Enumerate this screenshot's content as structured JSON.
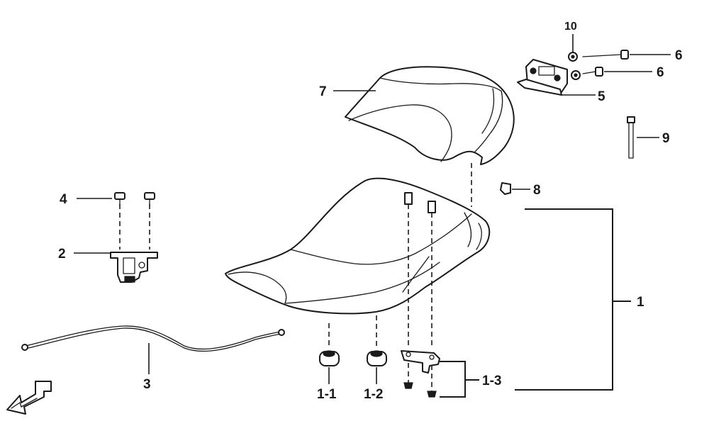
{
  "labels": {
    "p1": "1",
    "p1_1": "1-1",
    "p1_2": "1-2",
    "p1_3": "1-3",
    "p2": "2",
    "p3": "3",
    "p4": "4",
    "p5": "5",
    "p6a": "6",
    "p6b": "6",
    "p7": "7",
    "p8": "8",
    "p9": "9",
    "p10": "10"
  },
  "icons": {
    "front_arrow": "front-direction-arrow-icon"
  }
}
